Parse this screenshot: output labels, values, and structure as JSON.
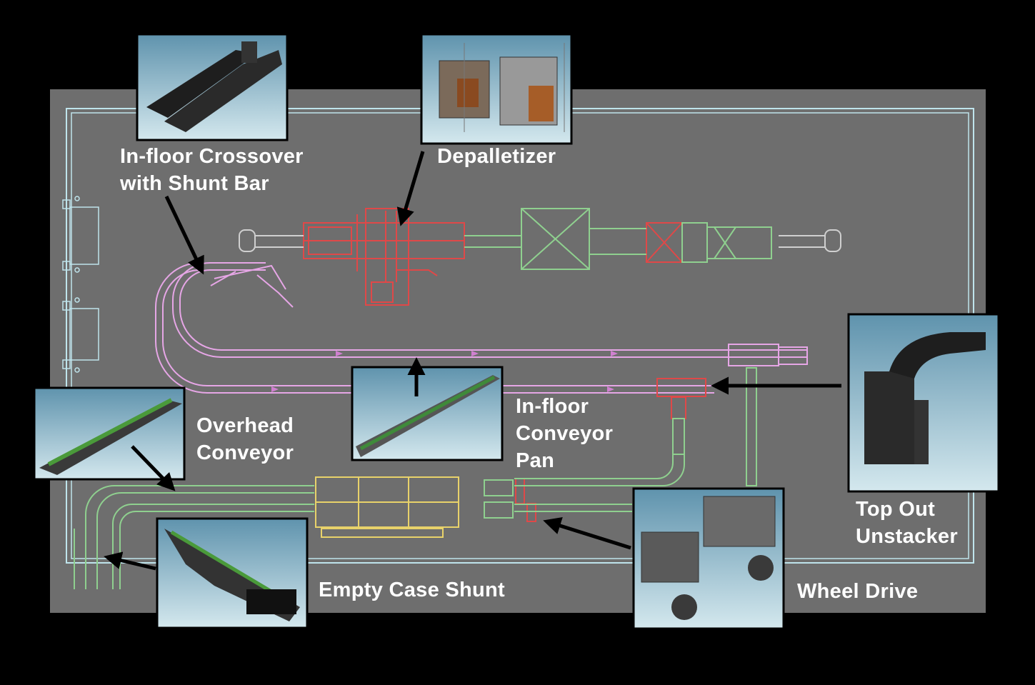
{
  "labels": {
    "crossover": [
      "In-floor Crossover",
      "with Shunt Bar"
    ],
    "depalletizer": [
      "Depalletizer"
    ],
    "overhead": [
      "Overhead",
      "Conveyor"
    ],
    "infloor_pan": [
      "In-floor",
      "Conveyor",
      "Pan"
    ],
    "top_out": [
      "Top Out",
      "Unstacker"
    ],
    "empty_case": [
      "Empty Case Shunt"
    ],
    "wheel_drive": [
      "Wheel Drive"
    ]
  },
  "colors": {
    "background": "#000000",
    "floor": "#6e6e6e",
    "wall": "#bfe4ec",
    "depalletizer_line": "#e04848",
    "green_line": "#8fd08f",
    "pink_line": "#e6a6e6",
    "yellow_line": "#e8d26a",
    "photo_sky": "#9ec3d4"
  },
  "icons": [
    "crossover-photo",
    "depalletizer-photo",
    "overhead-conveyor-photo",
    "infloor-pan-photo",
    "unstacker-photo",
    "shunt-photo",
    "wheel-drive-photo"
  ]
}
